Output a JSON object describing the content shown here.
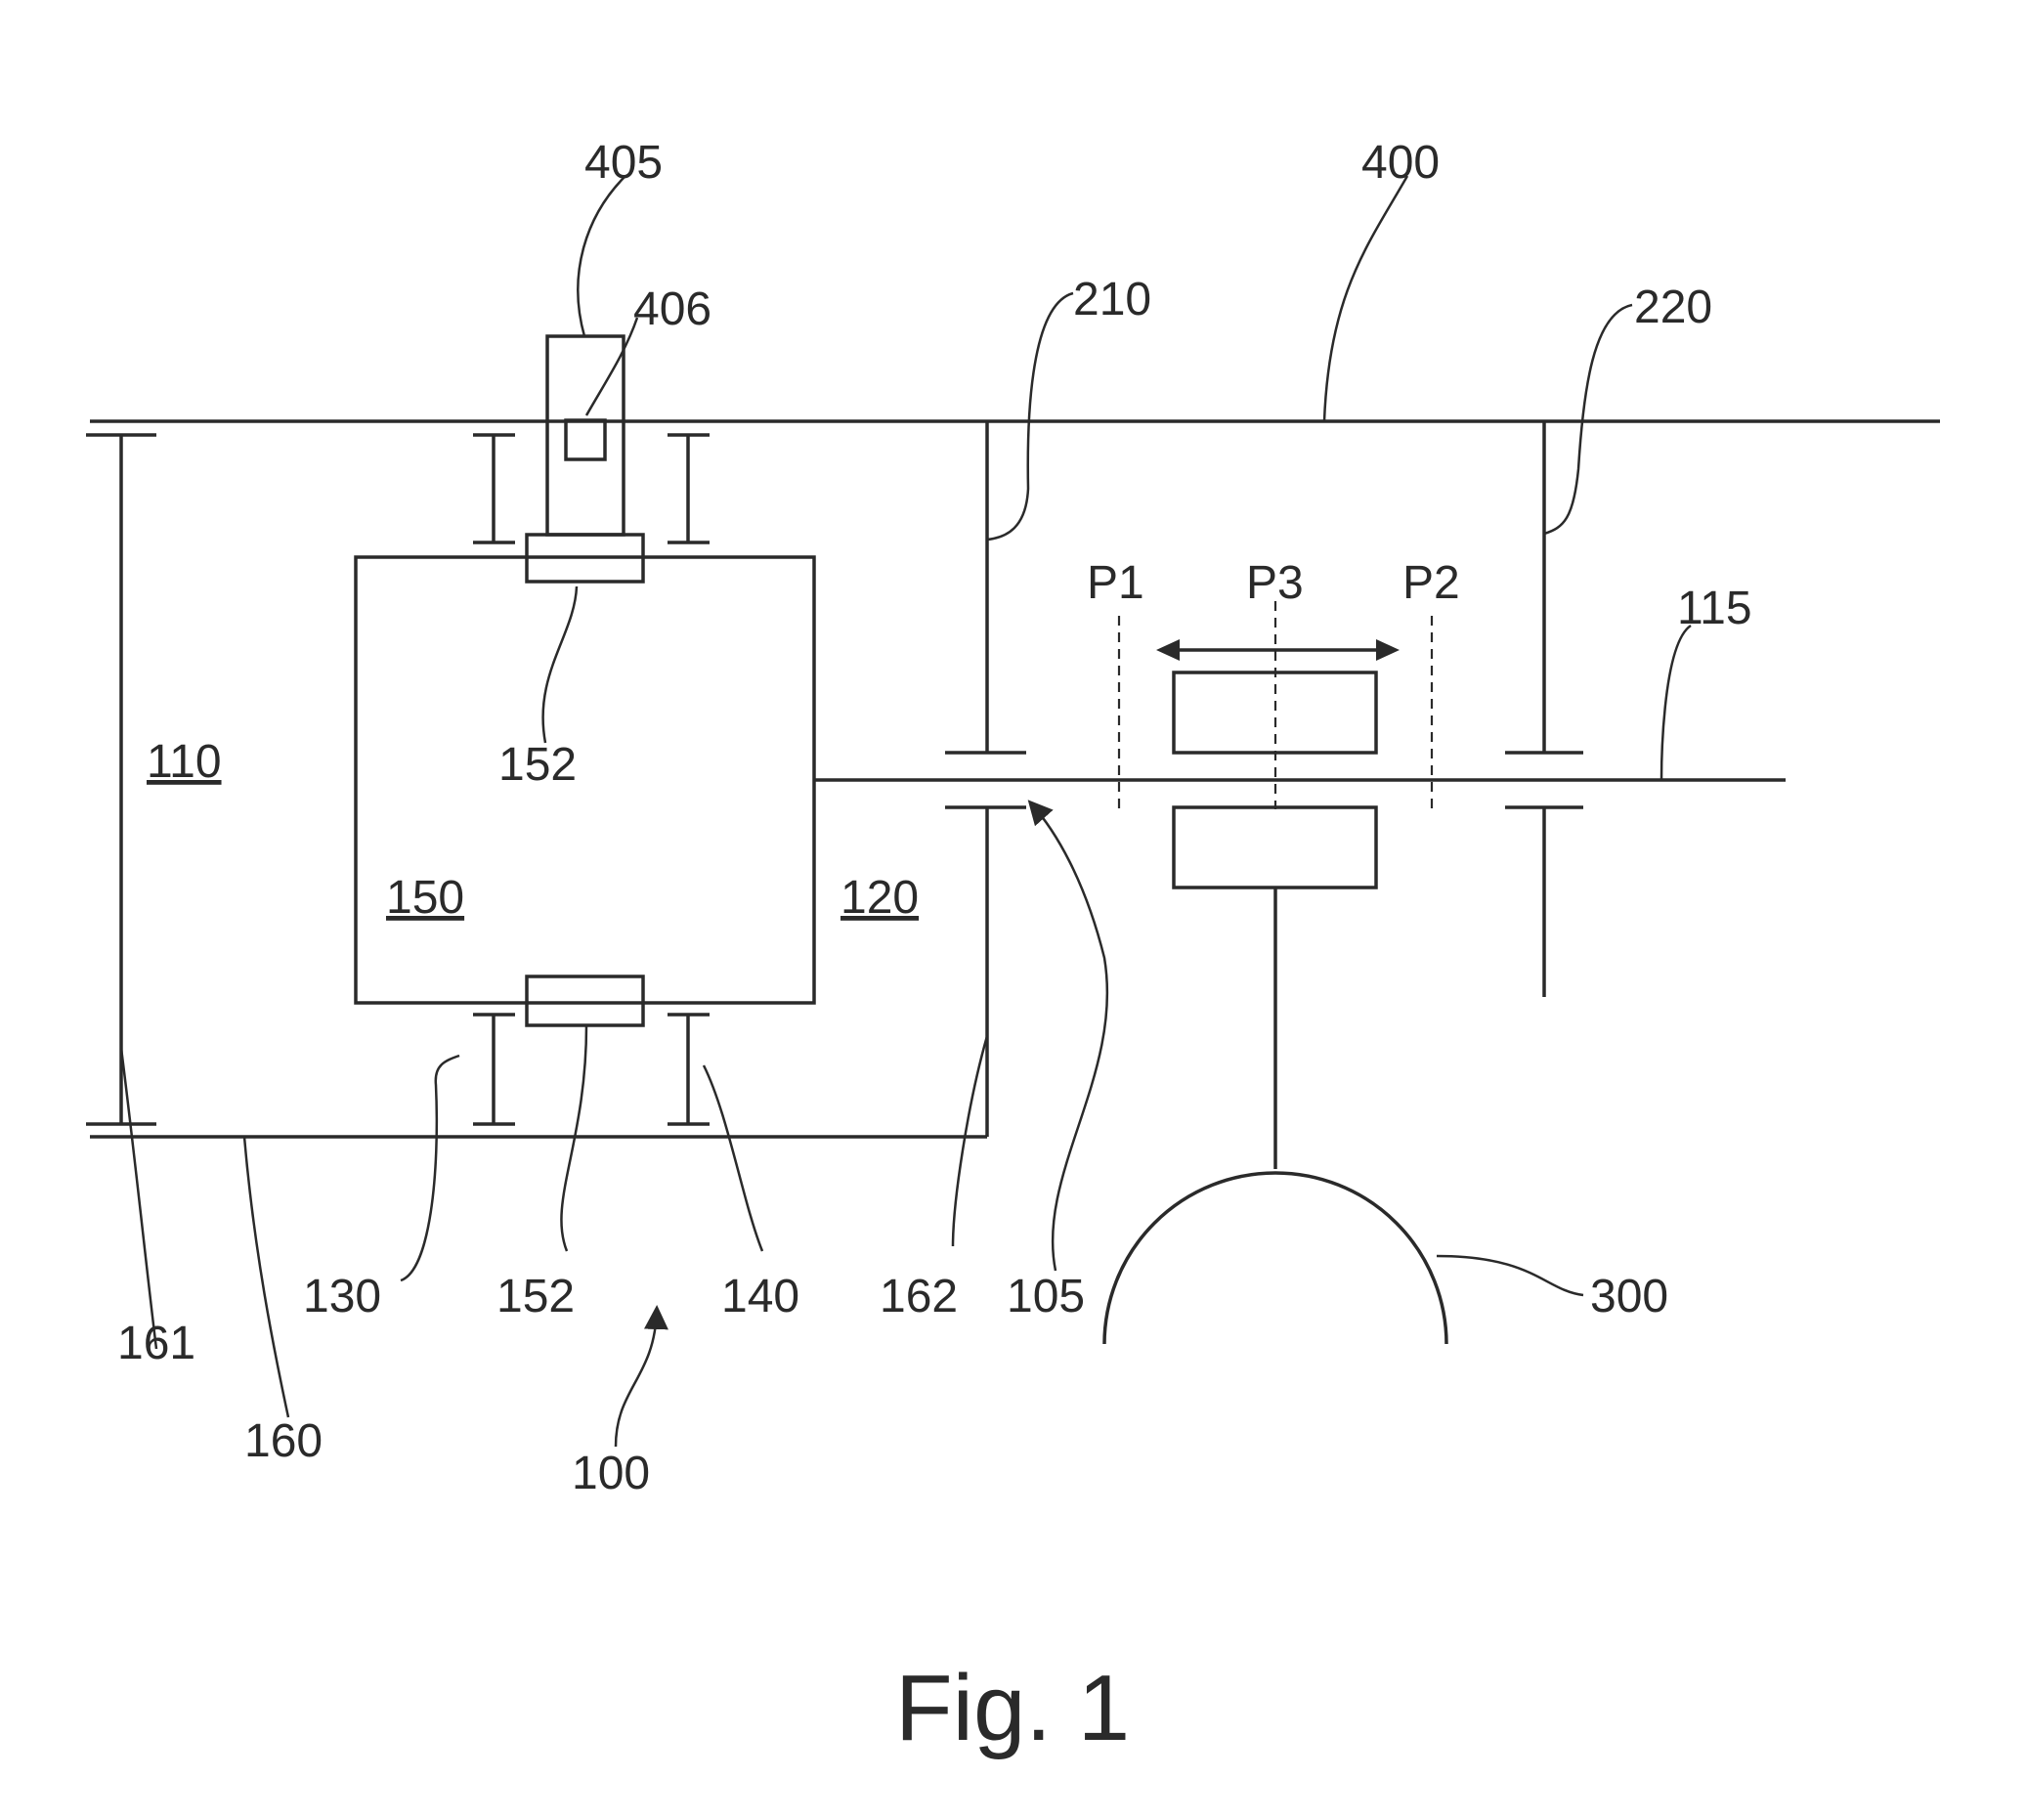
{
  "figure": {
    "caption": "Fig. 1",
    "labels": {
      "l405": "405",
      "l406": "406",
      "l400": "400",
      "l210": "210",
      "l220": "220",
      "lP1": "P1",
      "lP3": "P3",
      "lP2": "P2",
      "l115": "115",
      "l110": "110",
      "l152a": "152",
      "l150": "150",
      "l120": "120",
      "l130": "130",
      "l152b": "152",
      "l140": "140",
      "l162": "162",
      "l105": "105",
      "l300": "300",
      "l161": "161",
      "l160": "160",
      "l100": "100"
    }
  }
}
